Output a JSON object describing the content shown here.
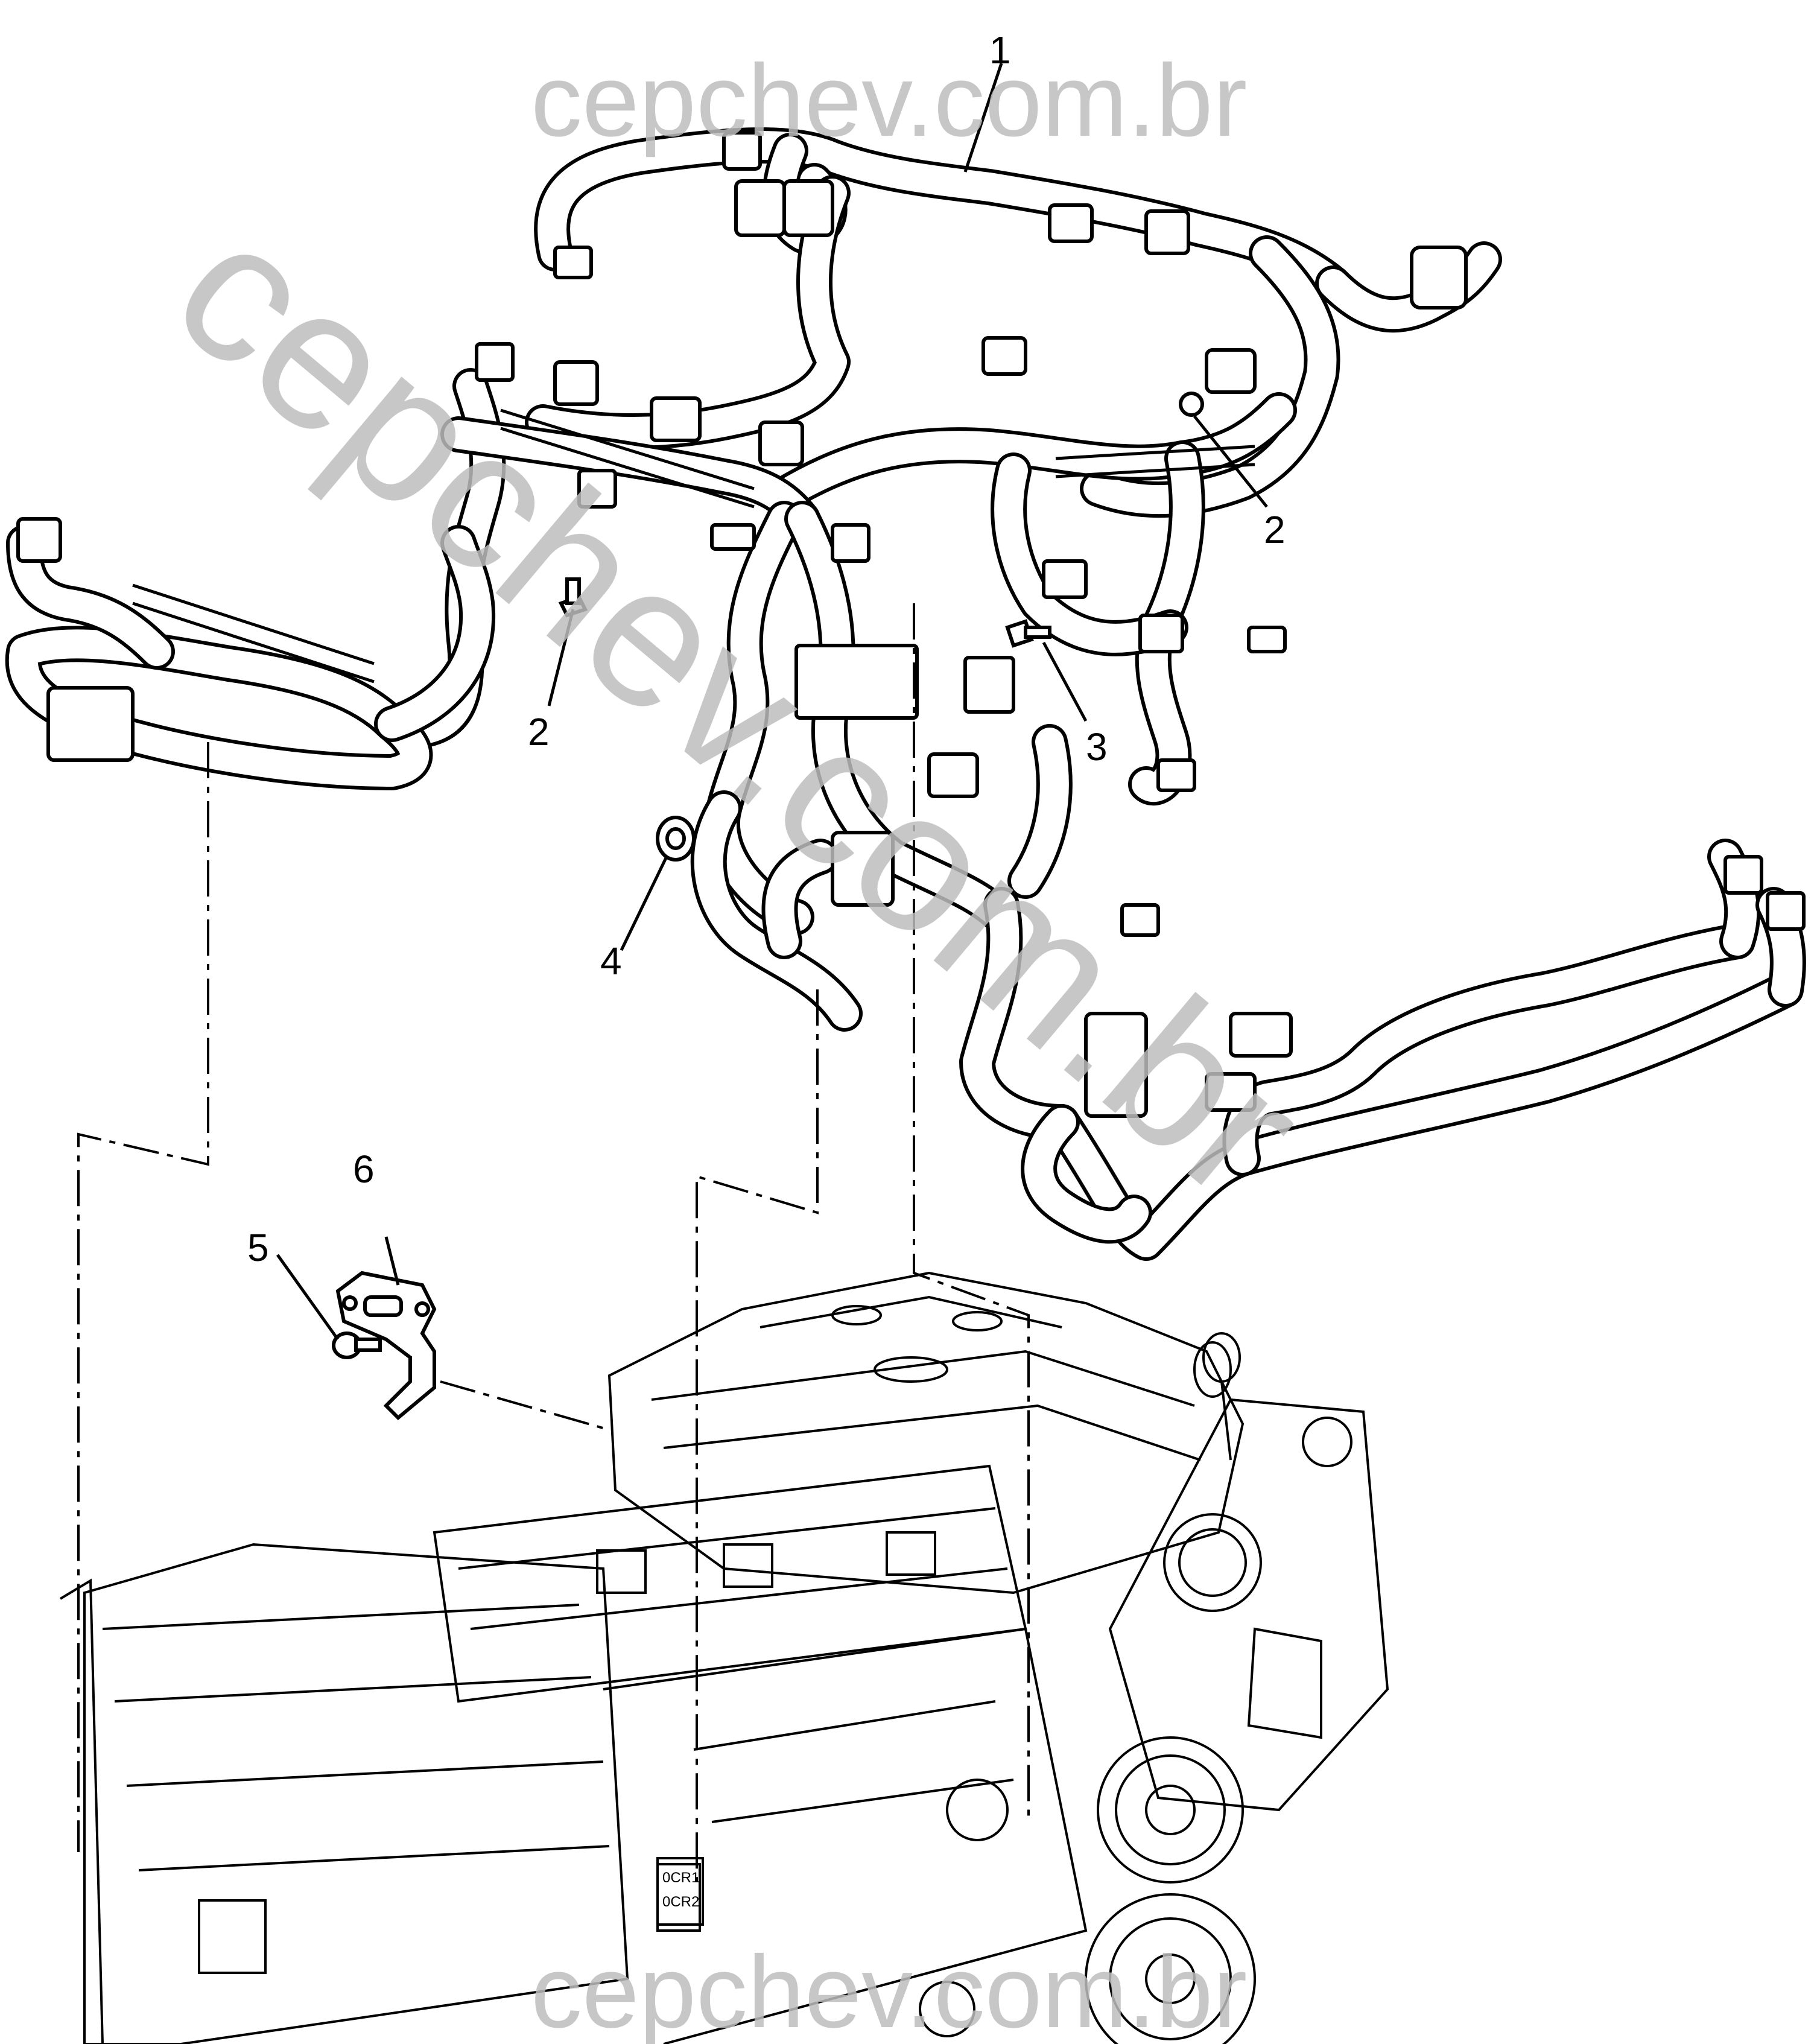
{
  "diagram": {
    "watermarks": {
      "top": "cepchev.com.br",
      "diagonal": "cepchev.com.br",
      "bottom": "cepchev.com.br"
    },
    "callouts": [
      {
        "id": "1",
        "label": "1"
      },
      {
        "id": "2a",
        "label": "2"
      },
      {
        "id": "2b",
        "label": "2"
      },
      {
        "id": "3",
        "label": "3"
      },
      {
        "id": "4",
        "label": "4"
      },
      {
        "id": "5",
        "label": "5"
      },
      {
        "id": "6",
        "label": "6"
      }
    ],
    "engine_plate_text": {
      "left_label_1": "0CR1",
      "left_label_2": "0CR2"
    }
  }
}
